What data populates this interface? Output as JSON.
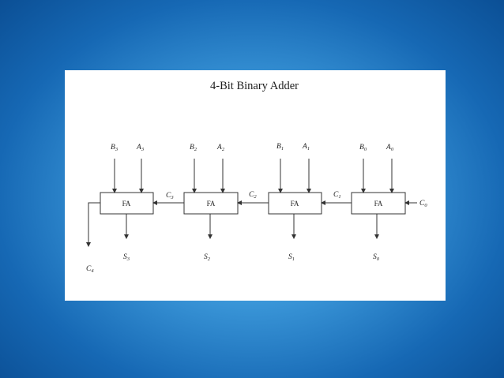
{
  "diagram": {
    "title": "4-Bit Binary Adder",
    "adders": [
      {
        "label": "FA",
        "b_base": "B",
        "b_sub": "3",
        "a_base": "A",
        "a_sub": "3",
        "s_base": "S",
        "s_sub": "3"
      },
      {
        "label": "FA",
        "b_base": "B",
        "b_sub": "2",
        "a_base": "A",
        "a_sub": "2",
        "s_base": "S",
        "s_sub": "2"
      },
      {
        "label": "FA",
        "b_base": "B",
        "b_sub": "1",
        "a_base": "A",
        "a_sub": "1",
        "s_base": "S",
        "s_sub": "1"
      },
      {
        "label": "FA",
        "b_base": "B",
        "b_sub": "0",
        "a_base": "A",
        "a_sub": "0",
        "s_base": "S",
        "s_sub": "0"
      }
    ],
    "carries": {
      "c0": {
        "base": "C",
        "sub": "0"
      },
      "c1": {
        "base": "C",
        "sub": "1"
      },
      "c2": {
        "base": "C",
        "sub": "2"
      },
      "c3": {
        "base": "C",
        "sub": "3"
      },
      "c4": {
        "base": "C",
        "sub": "4"
      }
    }
  }
}
